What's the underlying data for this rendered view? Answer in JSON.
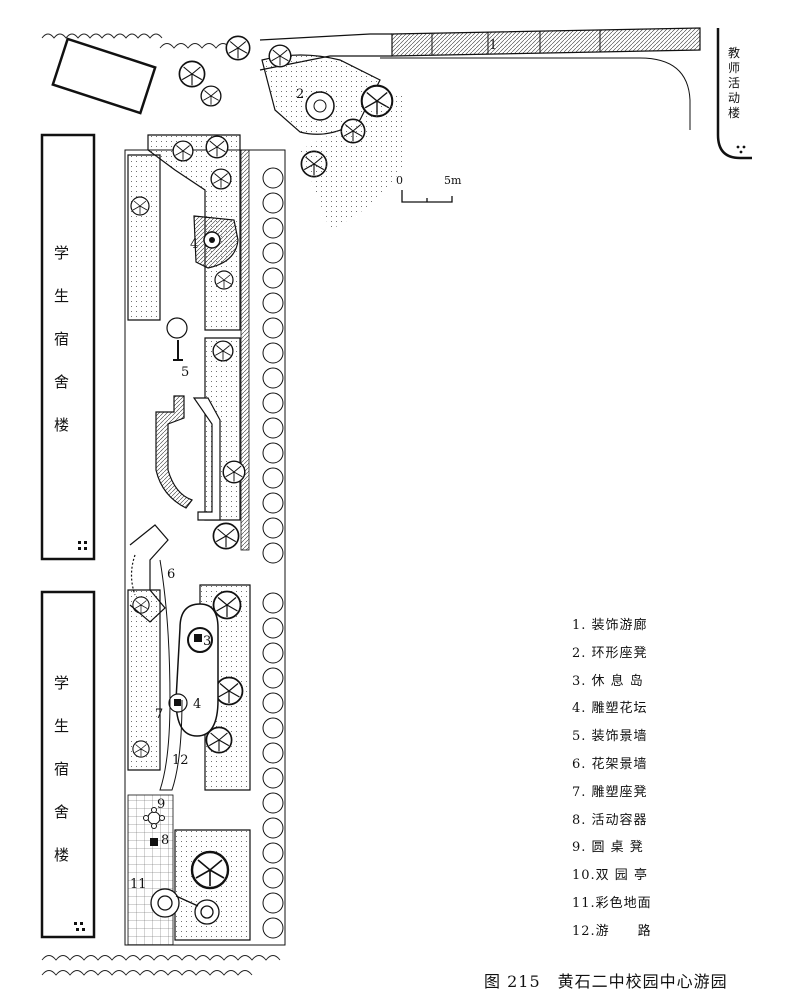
{
  "buildings": {
    "dorm_upper": [
      "学",
      "生",
      "宿",
      "舍",
      "楼"
    ],
    "dorm_lower": [
      "学",
      "生",
      "宿",
      "舍",
      "楼"
    ],
    "teacher": [
      "教",
      "师",
      "活",
      "动",
      "楼"
    ]
  },
  "scale": {
    "zero": "0",
    "five": "5m"
  },
  "plan_numbers": [
    "1",
    "2",
    "3",
    "4",
    "4",
    "5",
    "6",
    "7",
    "8",
    "9",
    "11",
    "12"
  ],
  "legend": [
    "1. 装饰游廊",
    "2. 环形座凳",
    "3. 休 息 岛",
    "4. 雕塑花坛",
    "5. 装饰景墙",
    "6. 花架景墙",
    "7. 雕塑座凳",
    "8. 活动容器",
    "9. 圆 桌 凳",
    "10.双 园 亭",
    "11.彩色地面",
    "12.游　　路"
  ],
  "caption": "图 215　黄石二中校园中心游园"
}
